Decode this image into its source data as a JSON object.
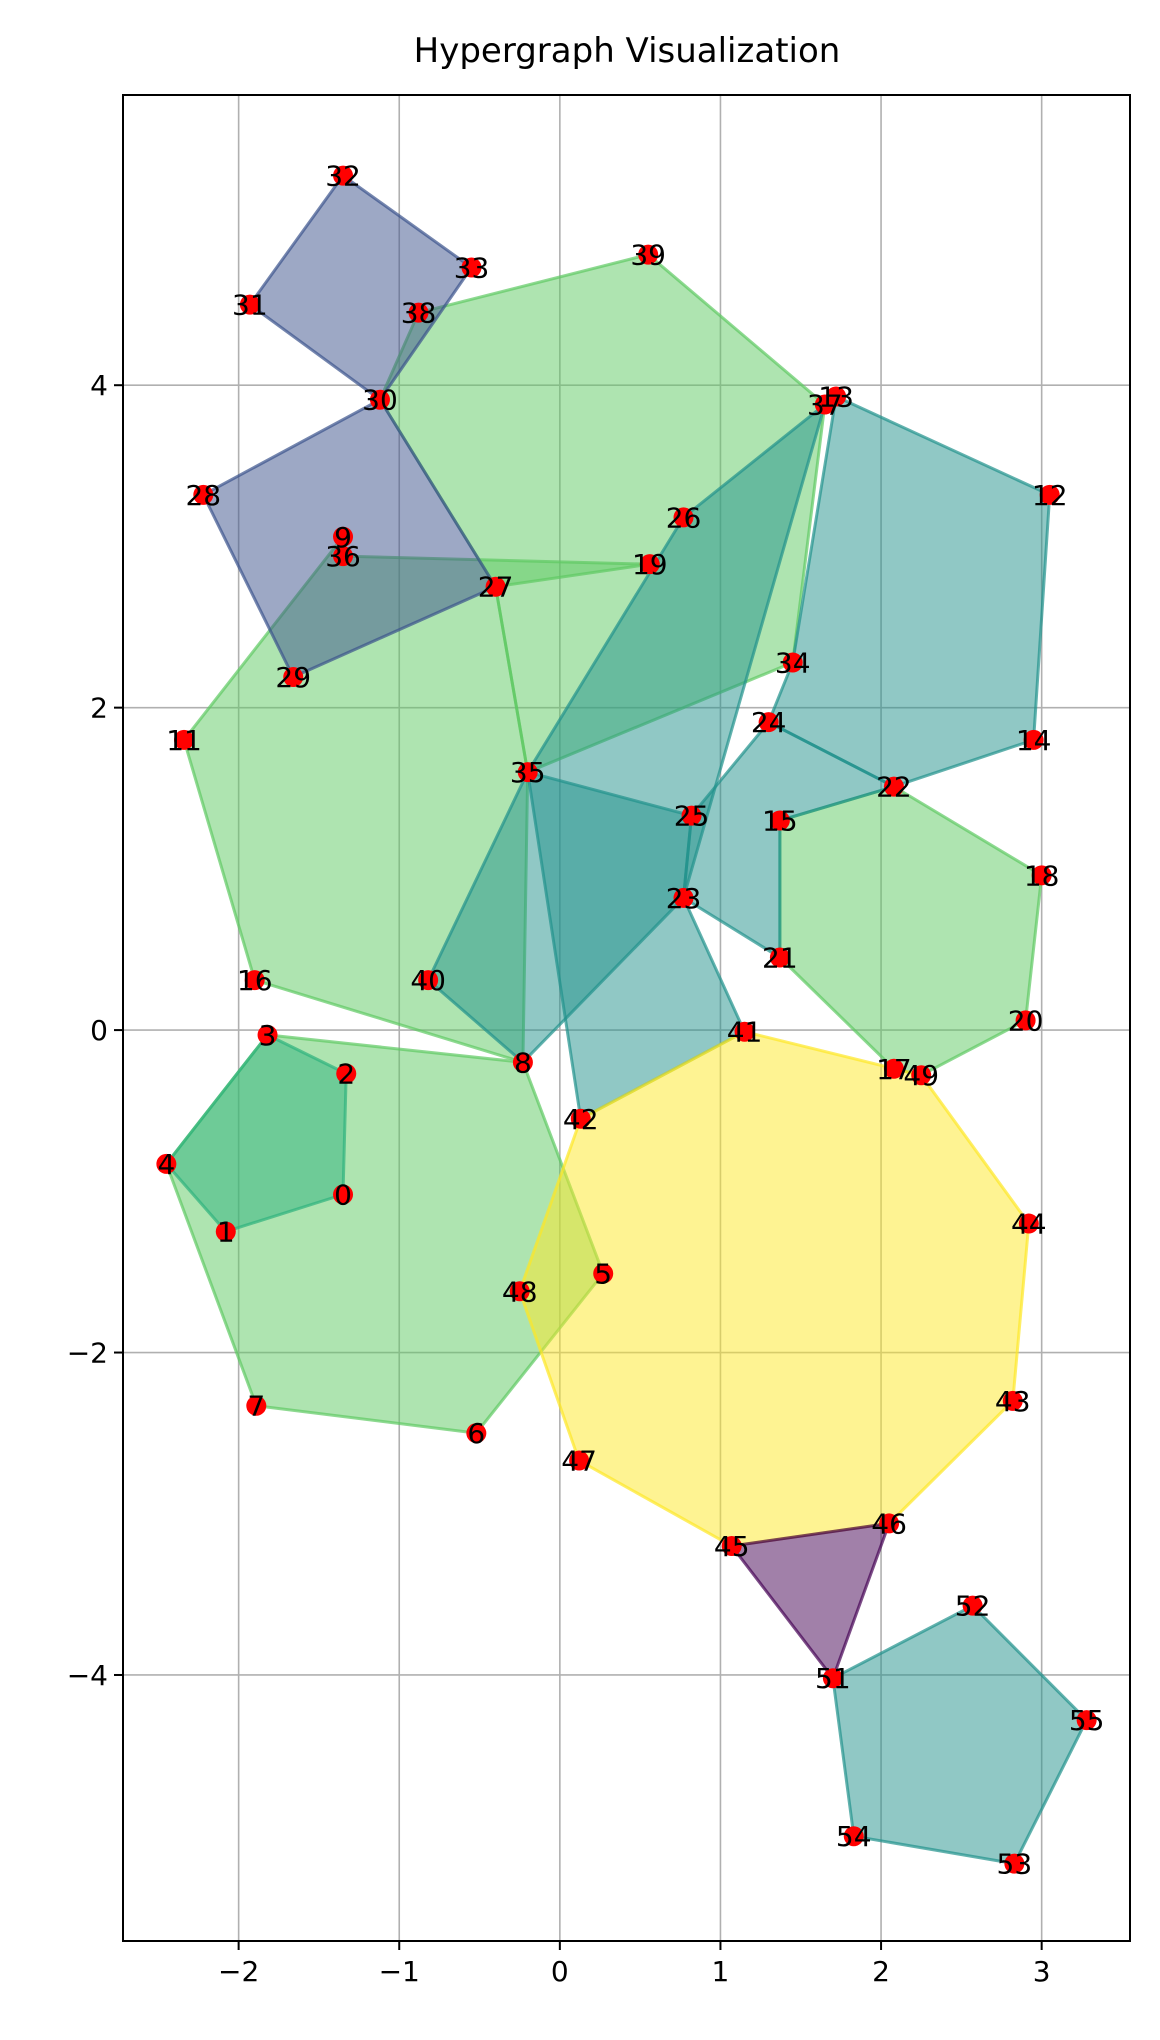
{
  "chart_data": {
    "type": "scatter",
    "title": "Hypergraph Visualization",
    "xlabel": "",
    "ylabel": "",
    "xlim": [
      -2.72,
      3.55
    ],
    "ylim": [
      -5.65,
      5.8
    ],
    "x_ticks": [
      -2,
      -1,
      0,
      1,
      2,
      3
    ],
    "y_ticks": [
      -4,
      -2,
      0,
      2,
      4
    ],
    "grid": true,
    "node_color": "#ff0000",
    "nodes": [
      {
        "id": "0",
        "x": -1.35,
        "y": -1.02
      },
      {
        "id": "1",
        "x": -2.08,
        "y": -1.25
      },
      {
        "id": "2",
        "x": -1.33,
        "y": -0.27
      },
      {
        "id": "3",
        "x": -1.82,
        "y": -0.03
      },
      {
        "id": "4",
        "x": -2.45,
        "y": -0.83
      },
      {
        "id": "5",
        "x": 0.27,
        "y": -1.51
      },
      {
        "id": "6",
        "x": -0.52,
        "y": -2.5
      },
      {
        "id": "7",
        "x": -1.89,
        "y": -2.33
      },
      {
        "id": "8",
        "x": -0.23,
        "y": -0.2
      },
      {
        "id": "9",
        "x": -1.35,
        "y": 3.06
      },
      {
        "id": "11",
        "x": -2.34,
        "y": 1.8
      },
      {
        "id": "12",
        "x": 3.05,
        "y": 3.32
      },
      {
        "id": "13",
        "x": 1.72,
        "y": 3.93
      },
      {
        "id": "14",
        "x": 2.95,
        "y": 1.8
      },
      {
        "id": "15",
        "x": 1.37,
        "y": 1.3
      },
      {
        "id": "16",
        "x": -1.9,
        "y": 0.31
      },
      {
        "id": "17",
        "x": 2.08,
        "y": -0.24
      },
      {
        "id": "18",
        "x": 3.0,
        "y": 0.96
      },
      {
        "id": "19",
        "x": 0.56,
        "y": 2.89
      },
      {
        "id": "20",
        "x": 2.9,
        "y": 0.06
      },
      {
        "id": "21",
        "x": 1.37,
        "y": 0.45
      },
      {
        "id": "22",
        "x": 2.08,
        "y": 1.51
      },
      {
        "id": "23",
        "x": 0.77,
        "y": 0.82
      },
      {
        "id": "24",
        "x": 1.3,
        "y": 1.91
      },
      {
        "id": "25",
        "x": 0.82,
        "y": 1.33
      },
      {
        "id": "26",
        "x": 0.77,
        "y": 3.18
      },
      {
        "id": "27",
        "x": -0.4,
        "y": 2.75
      },
      {
        "id": "28",
        "x": -2.22,
        "y": 3.32
      },
      {
        "id": "29",
        "x": -1.66,
        "y": 2.19
      },
      {
        "id": "30",
        "x": -1.12,
        "y": 3.91
      },
      {
        "id": "31",
        "x": -1.93,
        "y": 4.5
      },
      {
        "id": "32",
        "x": -1.35,
        "y": 5.3
      },
      {
        "id": "33",
        "x": -0.55,
        "y": 4.73
      },
      {
        "id": "34",
        "x": 1.45,
        "y": 2.28
      },
      {
        "id": "35",
        "x": -0.2,
        "y": 1.6
      },
      {
        "id": "36",
        "x": -1.35,
        "y": 2.94
      },
      {
        "id": "37",
        "x": 1.65,
        "y": 3.88
      },
      {
        "id": "38",
        "x": -0.88,
        "y": 4.45
      },
      {
        "id": "39",
        "x": 0.55,
        "y": 4.81
      },
      {
        "id": "40",
        "x": -0.82,
        "y": 0.31
      },
      {
        "id": "41",
        "x": 1.15,
        "y": -0.01
      },
      {
        "id": "42",
        "x": 0.13,
        "y": -0.55
      },
      {
        "id": "43",
        "x": 2.82,
        "y": -2.3
      },
      {
        "id": "44",
        "x": 2.92,
        "y": -1.2
      },
      {
        "id": "45",
        "x": 1.07,
        "y": -3.2
      },
      {
        "id": "46",
        "x": 2.05,
        "y": -3.06
      },
      {
        "id": "47",
        "x": 0.12,
        "y": -2.67
      },
      {
        "id": "48",
        "x": -0.25,
        "y": -1.62
      },
      {
        "id": "49",
        "x": 2.25,
        "y": -0.28
      },
      {
        "id": "51",
        "x": 1.7,
        "y": -4.02
      },
      {
        "id": "52",
        "x": 2.57,
        "y": -3.57
      },
      {
        "id": "53",
        "x": 2.83,
        "y": -5.17
      },
      {
        "id": "54",
        "x": 1.83,
        "y": -5.0
      },
      {
        "id": "55",
        "x": 3.28,
        "y": -4.28
      }
    ],
    "hyperedges": [
      {
        "color": "#5ec962",
        "nodes": [
          "9",
          "11",
          "16",
          "8",
          "35",
          "27",
          "19",
          "36"
        ]
      },
      {
        "color": "#5ec962",
        "nodes": [
          "30",
          "38",
          "39",
          "37",
          "34",
          "35",
          "27"
        ]
      },
      {
        "color": "#5ec962",
        "nodes": [
          "3",
          "8",
          "5",
          "6",
          "7",
          "4"
        ]
      },
      {
        "color": "#5ec962",
        "nodes": [
          "22",
          "18",
          "20",
          "49",
          "17",
          "21",
          "15"
        ]
      },
      {
        "color": "#21918c",
        "nodes": [
          "13",
          "12",
          "14",
          "22",
          "24",
          "34"
        ]
      },
      {
        "color": "#21918c",
        "nodes": [
          "26",
          "37",
          "23",
          "8",
          "40",
          "35"
        ]
      },
      {
        "color": "#21918c",
        "nodes": [
          "25",
          "23",
          "41",
          "42",
          "35"
        ]
      },
      {
        "color": "#21918c",
        "nodes": [
          "24",
          "22",
          "15",
          "21",
          "23",
          "25"
        ]
      },
      {
        "color": "#21918c",
        "nodes": [
          "52",
          "55",
          "53",
          "54",
          "51"
        ]
      },
      {
        "color": "#3b528b",
        "nodes": [
          "32",
          "33",
          "30",
          "31"
        ]
      },
      {
        "color": "#3b528b",
        "nodes": [
          "28",
          "30",
          "27",
          "29"
        ]
      },
      {
        "color": "#2db27d",
        "nodes": [
          "3",
          "2",
          "0",
          "1",
          "4"
        ]
      },
      {
        "color": "#fde725",
        "nodes": [
          "41",
          "49",
          "44",
          "43",
          "46",
          "45",
          "47",
          "48",
          "42"
        ]
      },
      {
        "color": "#440154",
        "nodes": [
          "45",
          "46",
          "51"
        ]
      }
    ]
  }
}
